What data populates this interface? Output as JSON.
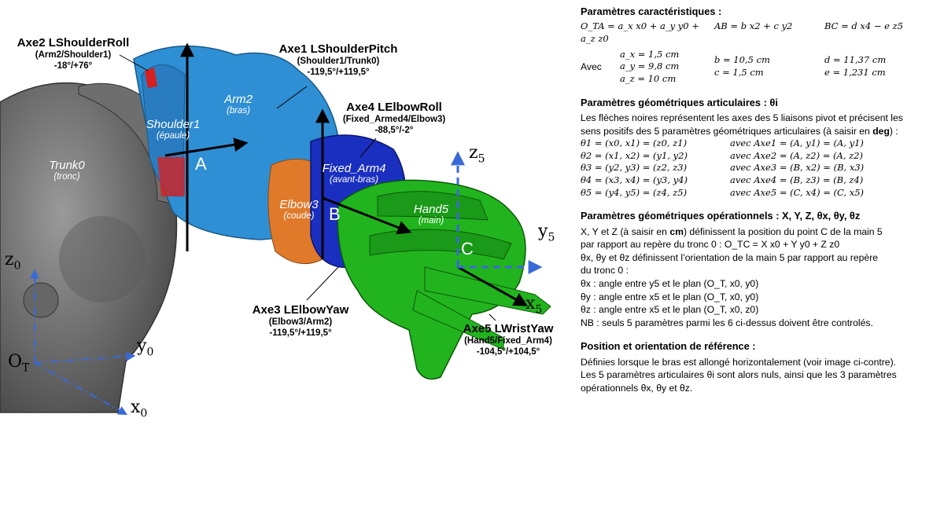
{
  "figure": {
    "axes": [
      {
        "title": "Axe2 LShoulderRoll",
        "sub": "(Arm2/Shoulder1)",
        "range": "-18°/+76°"
      },
      {
        "title": "Axe1 LShoulderPitch",
        "sub": "(Shoulder1/Trunk0)",
        "range": "-119,5°/+119,5°"
      },
      {
        "title": "Axe4 LElbowRoll",
        "sub": "(Fixed_Armed4/Elbow3)",
        "range": "-88,5°/-2°"
      },
      {
        "title": "Axe3 LElbowYaw",
        "sub": "(Elbow3/Arm2)",
        "range": "-119,5°/+119,5°"
      },
      {
        "title": "Axe5 LWristYaw",
        "sub": "(Hand5/Fixed_Arm4)",
        "range": "-104,5°/+104,5°"
      }
    ],
    "parts": [
      {
        "name": "Trunk0",
        "fr": "(tronc)"
      },
      {
        "name": "Shoulder1",
        "fr": "(épaule)"
      },
      {
        "name": "Arm2",
        "fr": "(bras)"
      },
      {
        "name": "Elbow3",
        "fr": "(coude)"
      },
      {
        "name": "Fixed_Arm4",
        "fr": "(avant-bras)"
      },
      {
        "name": "Hand5",
        "fr": "(main)"
      }
    ],
    "points": [
      "A",
      "B",
      "C"
    ],
    "frame_labels": {
      "z0": "z",
      "y0": "y",
      "x0": "x",
      "z5": "z",
      "y5": "y",
      "x5": "x",
      "origin": "O",
      "origin_sub": "T",
      "sub0": "0",
      "sub5": "5"
    },
    "colors": {
      "arm_blue": "#2f8fd4",
      "deep_blue": "#1a2fc0",
      "green": "#22b41e",
      "orange": "#e07a2a",
      "gray": "#8a8a8a",
      "frame_blue": "#3a6ad8"
    }
  },
  "text": {
    "s1_title": "Paramètres caractéristiques :",
    "eq_OTA": "O_TA = a_x x0 + a_y y0 + a_z z0",
    "eq_AB": "AB = b x2 + c y2",
    "eq_BC": "BC = d x4 − e z5",
    "avec": "Avec",
    "ax": "a_x = 1,5 cm",
    "ay": "a_y = 9,8 cm",
    "az": "a_z = 10 cm",
    "b": "b = 10,5 cm",
    "c": "c = 1,5 cm",
    "d": "d = 11,37 cm",
    "e": "e = 1,231 cm",
    "s2_title": "Paramètres géométriques articulaires : θi",
    "s2_p1": "Les flèches noires représentent les axes des 5 liaisons pivot et précisent les",
    "s2_p2a": "sens positifs des 5 paramètres géométriques articulaires (à saisir en ",
    "s2_p2b": "deg",
    "s2_p2c": ") :",
    "th1": "θ1 = (x0, x1) = (z0, z1)",
    "th2": "θ2 = (x1, x2) = (y1, y2)",
    "th3": "θ3 = (y2, y3) = (z2, z3)",
    "th4": "θ4 = (x3, x4) = (y3, y4)",
    "th5": "θ5 = (y4, y5) = (z4, z5)",
    "ax1": "avec Axe1 = (A, y1) = (A, y1)",
    "ax2": "avec Axe2 = (A, z2) = (A, z2)",
    "ax3": "avec Axe3 = (B, x2) = (B, x3)",
    "ax4": "avec Axe4 = (B, z3) = (B, z4)",
    "ax5": "avec Axe5 = (C, x4) = (C, x5)",
    "s3_title": "Paramètres géométriques opérationnels : X, Y, Z, θx, θy, θz",
    "s3_p1a": "X, Y et Z (à saisir en ",
    "s3_p1b": "cm",
    "s3_p1c": ") définissent la position du point C de la main 5",
    "s3_p2": "par rapport au repère du tronc 0 : O_TC = X x0 + Y y0 + Z z0",
    "s3_p3": "θx, θy et θz définissent l’orientation de la main 5 par rapport au repère",
    "s3_p4": "du tronc 0 :",
    "s3_p5": "θx : angle entre y5 et le plan (O_T, x0, y0)",
    "s3_p6": "θy : angle entre x5 et le plan (O_T, x0, y0)",
    "s3_p7": "θz : angle entre x5 et le plan (O_T, x0, z0)",
    "s3_nb": "NB : seuls 5 paramètres parmi les 6 ci-dessus doivent être controlés.",
    "s4_title": "Position et orientation de référence :",
    "s4_p1": "Définies lorsque le bras est allongé horizontalement (voir image ci-contre).",
    "s4_p2": "Les 5 paramètres articulaires θi sont alors nuls, ainsi que les 3 paramètres",
    "s4_p3": "opérationnels θx, θy et θz."
  }
}
